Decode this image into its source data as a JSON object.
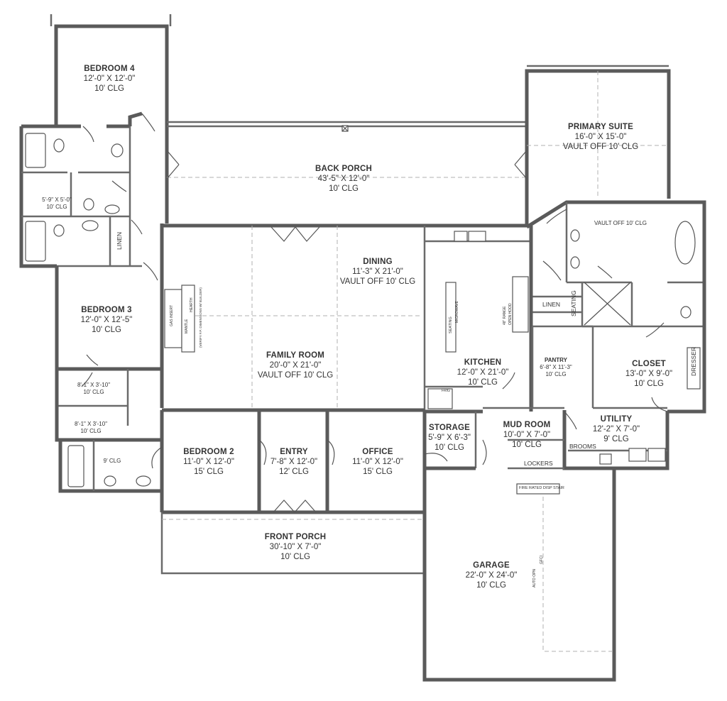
{
  "rooms": {
    "bedroom4": {
      "name": "BEDROOM 4",
      "dim": "12'-0\" X 12'-0\"",
      "clg": "10' CLG"
    },
    "back_porch": {
      "name": "BACK PORCH",
      "dim": "43'-5\" X 12'-0\"",
      "clg": "10' CLG"
    },
    "primary_suite": {
      "name": "PRIMARY SUITE",
      "dim": "16'-0\" X 15'-0\"",
      "clg": "VAULT OFF 10' CLG"
    },
    "dining": {
      "name": "DINING",
      "dim": "11'-3\" X 21'-0\"",
      "clg": "VAULT OFF 10' CLG"
    },
    "bedroom3": {
      "name": "BEDROOM 3",
      "dim": "12'-0\" X 12'-5\"",
      "clg": "10' CLG"
    },
    "family_room": {
      "name": "FAMILY ROOM",
      "dim": "20'-0\" X 21'-0\"",
      "clg": "VAULT OFF 10' CLG"
    },
    "kitchen": {
      "name": "KITCHEN",
      "dim": "12'-0\" X 21'-0\"",
      "clg": "10' CLG"
    },
    "closet": {
      "name": "CLOSET",
      "dim": "13'-0\" X 9'-0\"",
      "clg": "10' CLG"
    },
    "utility": {
      "name": "UTILITY",
      "dim": "12'-2\" X 7'-0\"",
      "clg": "9' CLG"
    },
    "mud_room": {
      "name": "MUD ROOM",
      "dim": "10'-0\" X 7'-0\"",
      "clg": "10' CLG"
    },
    "storage": {
      "name": "STORAGE",
      "dim": "5'-9\" X 6'-3\"",
      "clg": "10' CLG"
    },
    "bedroom2": {
      "name": "BEDROOM 2",
      "dim": "11'-0\" X 12'-0\"",
      "clg": "15' CLG"
    },
    "entry": {
      "name": "ENTRY",
      "dim": "7'-8\" X 12'-0\"",
      "clg": "12' CLG"
    },
    "office": {
      "name": "OFFICE",
      "dim": "11'-0\" X 12'-0\"",
      "clg": "15' CLG"
    },
    "front_porch": {
      "name": "FRONT PORCH",
      "dim": "30'-10\" X 7'-0\"",
      "clg": "10' CLG"
    },
    "garage": {
      "name": "GARAGE",
      "dim": "22'-0\" X 24'-0\"",
      "clg": "10' CLG"
    }
  },
  "small_labels": {
    "bath4": {
      "dim": "5'-9\" X 5'-0\"",
      "clg": "10' CLG"
    },
    "hall_bath_a": {
      "dim": "8'-1\" X 3'-10\"",
      "clg": "10' CLG"
    },
    "hall_bath_b": {
      "dim": "8'-1\" X 3'-10\"",
      "clg": "10' CLG"
    },
    "bath2_clg": "9' CLG",
    "pantry": {
      "name": "PANTRY",
      "dim": "6'-8\" X 11'-3\"",
      "clg": "10' CLG"
    },
    "vault_bath": "VAULT OFF 10' CLG"
  },
  "tags": {
    "linen_left": "LINEN",
    "linen_right": "LINEN",
    "seating_right": "SEATING",
    "dresser": "DRESSER",
    "brooms": "BROOMS",
    "lockers": "LOCKERS",
    "fire_rated": "FIRE RATED DISP STAIR",
    "seating_island": "SEATING",
    "microwave": "MICROWAVE",
    "range": "48\" RANGE",
    "hood": "OPEN HOOD",
    "frig": "FRIG",
    "gas_insert": "GAS INSERT",
    "mantle": "MANTLE",
    "hearth": "HEARTH",
    "hearth_note": "(VERIFY F.P. DIMENSIONS W/ BUILDER)",
    "auto_opener": "AUTO OPN",
    "gfci": "GFCI"
  }
}
